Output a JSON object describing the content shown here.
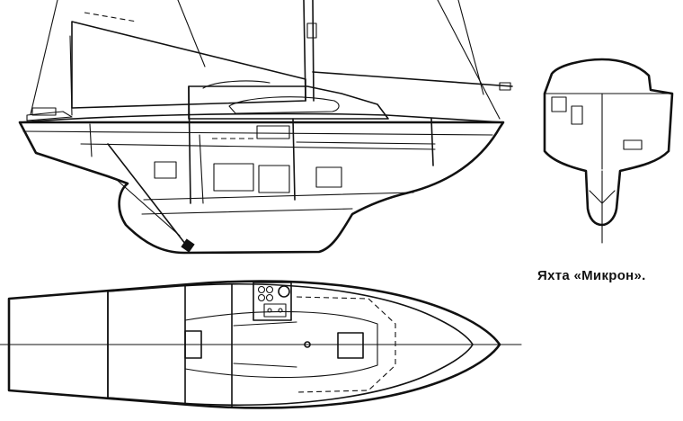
{
  "caption": "Яхта «Микрон».",
  "views": {
    "side": "side-elevation",
    "section": "midship-section",
    "plan": "deck-plan"
  },
  "colors": {
    "ink": "#111111",
    "paper": "#ffffff"
  }
}
